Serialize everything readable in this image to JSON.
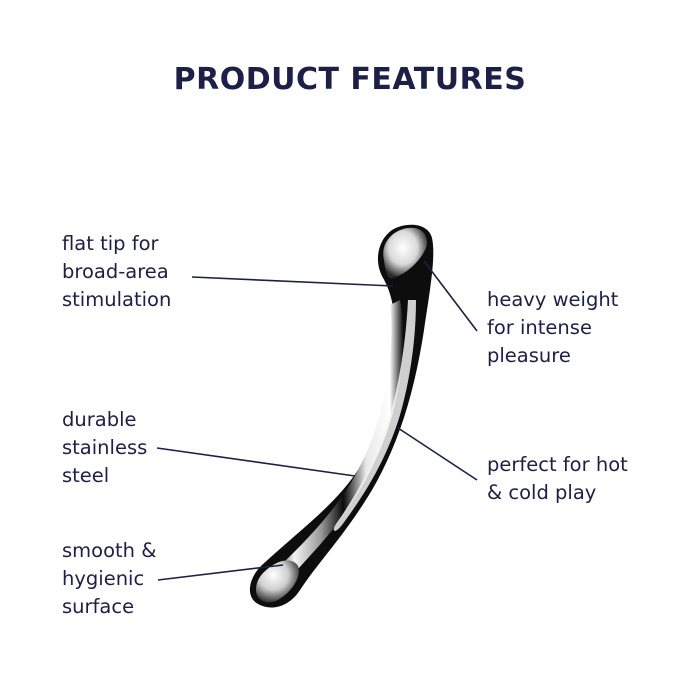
{
  "title": "PRODUCT FEATURES",
  "colors": {
    "text": "#1c1f4a",
    "connector": "#1c1f4a",
    "background": "#ffffff"
  },
  "product": {
    "name": "curved stainless steel wand",
    "material": "stainless steel"
  },
  "features": [
    {
      "id": "flat-tip",
      "side": "left",
      "text": "flat tip for\nbroad-area\nstimulation"
    },
    {
      "id": "heavy-weight",
      "side": "right",
      "text": "heavy weight\nfor intense\npleasure"
    },
    {
      "id": "durable-steel",
      "side": "left",
      "text": "durable\nstainless\nsteel"
    },
    {
      "id": "hot-cold",
      "side": "right",
      "text": "perfect for hot\n& cold play"
    },
    {
      "id": "smooth-hygienic",
      "side": "left",
      "text": "smooth &\nhygienic\nsurface"
    }
  ]
}
